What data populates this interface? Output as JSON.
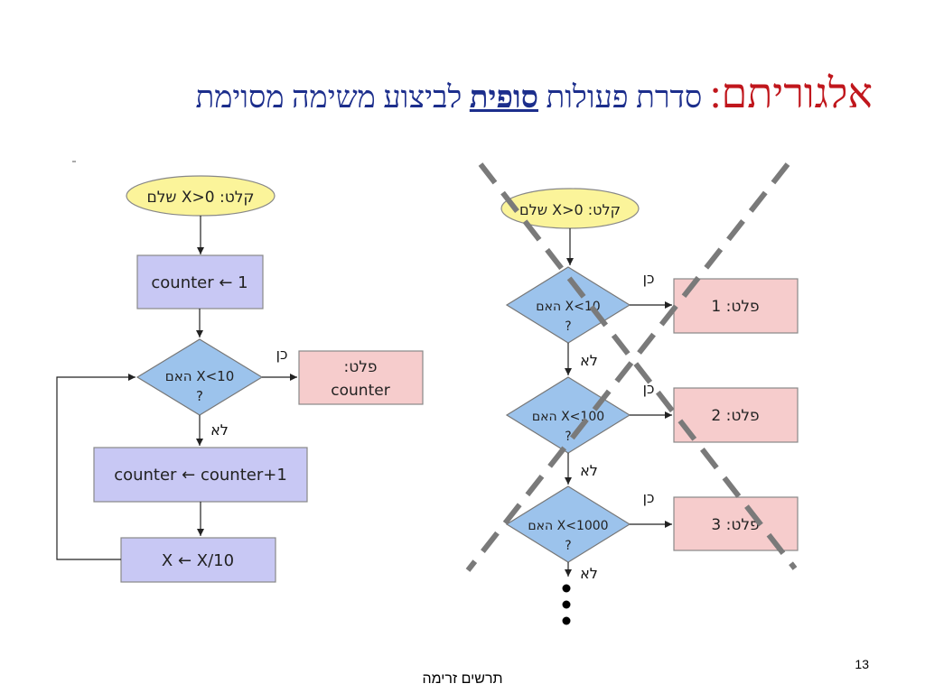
{
  "title": {
    "main": "אלגוריתם:",
    "prefix": " סדרת פעולות ",
    "emphasis": "סופית",
    "suffix": " לביצוע משימה מסוימת"
  },
  "left_flow": {
    "input": "קלט: X>0 שלם",
    "init": "counter ← 1",
    "condition_line1": "X<10 האם",
    "condition_line2": "?",
    "yes": "כן",
    "no": "לא",
    "output_line1": "פלט:",
    "output_line2": "counter",
    "increment": "counter ← counter+1",
    "divide": "X ← X/10"
  },
  "right_flow": {
    "input": "קלט: X>0 שלם",
    "cond1_line1": "X<10 האם",
    "cond1_line2": "?",
    "cond2_line1": "X<100 האם",
    "cond2_line2": "?",
    "cond3_line1": "X<1000 האם",
    "cond3_line2": "?",
    "yes1": "כן",
    "yes2": "כן",
    "yes3": "כן",
    "no1": "לא",
    "no2": "לא",
    "no3": "לא",
    "out1": "פלט: 1",
    "out2": "פלט: 2",
    "out3": "פלט: 3"
  },
  "colors": {
    "title_blue": "#1c2e8c",
    "title_red": "#c0161c",
    "terminal_fill": "#fbf49a",
    "process_fill": "#c8c8f4",
    "decision_fill": "#9cc3ec",
    "output_fill": "#f6cccc",
    "cross_gray": "#7a7a7a"
  },
  "page_number": "13",
  "footer": "תרשים זרימה"
}
